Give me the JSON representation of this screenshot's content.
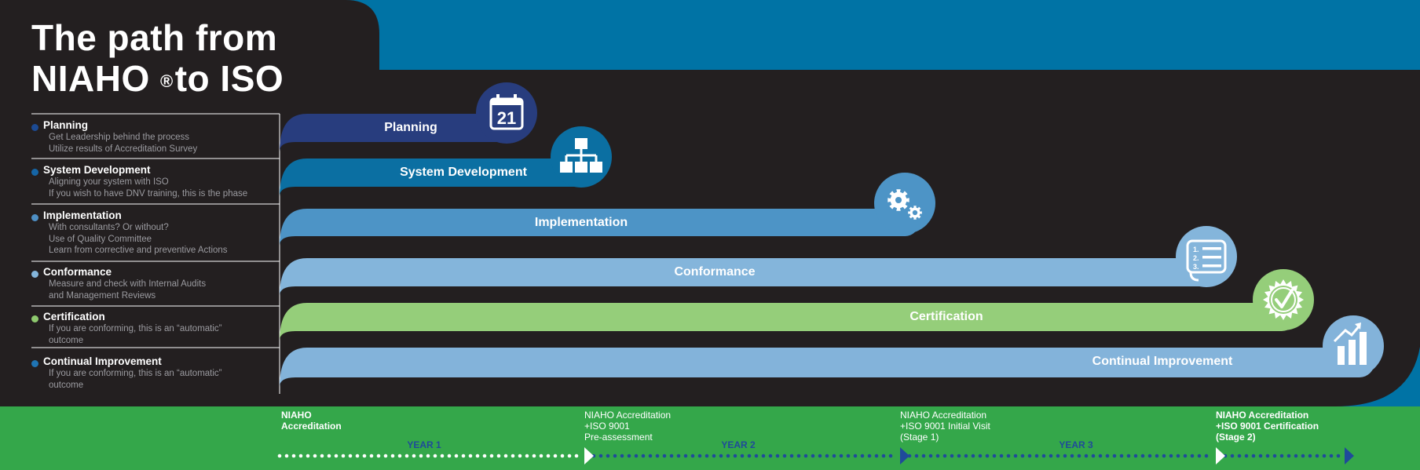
{
  "title": {
    "line1": "The path from",
    "line2_a": "NIAHO",
    "line2_reg": "®",
    "line2_b": "to ISO"
  },
  "colors": {
    "dark": "#231f20",
    "top_blue": "#0073a5",
    "green_base": "#34a74a",
    "planning": "#283d7e",
    "system_development": "#0b6fa2",
    "implementation": "#4d94c6",
    "conformance": "#84b5db",
    "certification": "#95ce7a",
    "continual_improvement": "#83b3da",
    "year_text": "#1f4a9a"
  },
  "legend": [
    {
      "label": "Planning",
      "lines": [
        "Get Leadership behind the process",
        "Utilize results of Accreditation Survey"
      ],
      "dot": "#1c4a93"
    },
    {
      "label": "System Development",
      "lines": [
        "Aligning your system with ISO",
        "If you wish to have DNV training, this is the phase"
      ],
      "dot": "#1565a6"
    },
    {
      "label": "Implementation",
      "lines": [
        "With consultants? Or without?",
        "Use of Quality Committee",
        "Learn from corrective and preventive Actions"
      ],
      "dot": "#4e8fc4"
    },
    {
      "label": "Conformance",
      "lines": [
        "Measure and check with Internal Audits",
        "and Management Reviews"
      ],
      "dot": "#84b5db"
    },
    {
      "label": "Certification",
      "lines": [
        "If you are conforming, this is an “automatic”",
        "outcome"
      ],
      "dot": "#8ec96e"
    },
    {
      "label": "Continual Improvement",
      "lines": [
        "If you are conforming, this is an “automatic”",
        "outcome"
      ],
      "dot": "#1f74b3"
    }
  ],
  "bands": [
    {
      "label": "Planning",
      "icon": "calendar-icon",
      "icon_text": "21"
    },
    {
      "label": "System Development",
      "icon": "org-chart-icon"
    },
    {
      "label": "Implementation",
      "icon": "gears-icon"
    },
    {
      "label": "Conformance",
      "icon": "checklist-icon",
      "list_marks": [
        "1.",
        "2.",
        "3."
      ]
    },
    {
      "label": "Certification",
      "icon": "certification-seal-icon"
    },
    {
      "label": "Continual Improvement",
      "icon": "growth-chart-icon"
    }
  ],
  "timeline": {
    "milestones": [
      {
        "lines": [
          "NIAHO",
          "Accreditation"
        ],
        "bold": true
      },
      {
        "lines": [
          "NIAHO Accreditation",
          "+ISO 9001",
          "Pre-assessment"
        ],
        "bold": false
      },
      {
        "lines": [
          "NIAHO Accreditation",
          "+ISO 9001 Initial Visit",
          "(Stage 1)"
        ],
        "bold": false
      },
      {
        "lines": [
          "NIAHO Accreditation",
          "+ISO 9001 Certification",
          "(Stage 2)"
        ],
        "bold": true
      }
    ],
    "years": [
      "YEAR 1",
      "YEAR 2",
      "YEAR 3"
    ]
  }
}
